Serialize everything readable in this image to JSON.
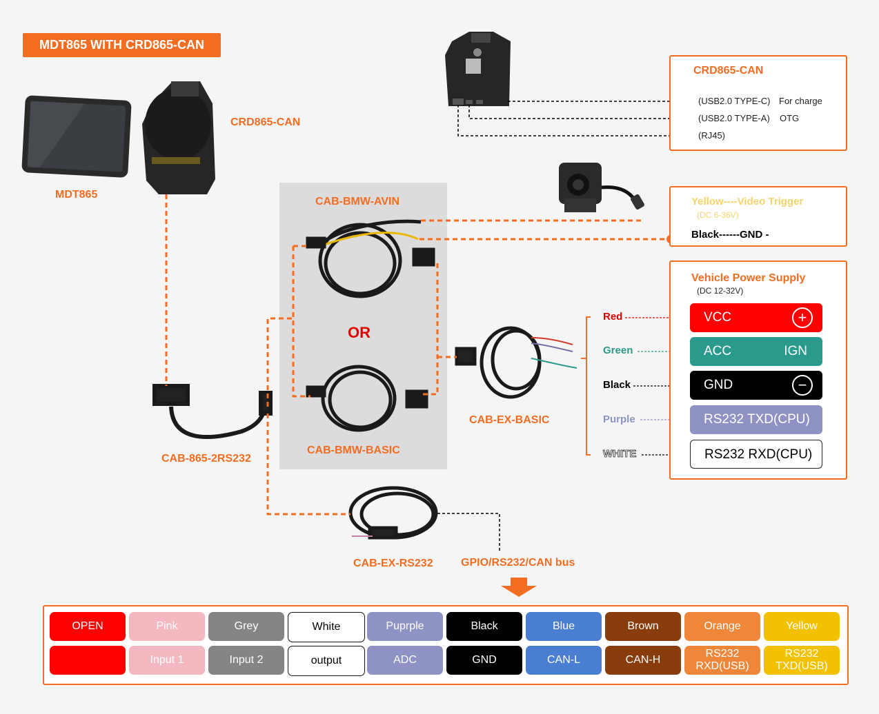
{
  "title": "MDT865 WITH CRD865-CAN",
  "labels": {
    "mdt865": "MDT865",
    "crd865_can": "CRD865-CAN",
    "cab_bmw_avin": "CAB-BMW-AVIN",
    "or": "OR",
    "cab_bmw_basic": "CAB-BMW-BASIC",
    "cab_865_2rs232": "CAB-865-2RS232",
    "cab_ex_basic": "CAB-EX-BASIC",
    "cab_ex_rs232": "CAB-EX-RS232",
    "gpio_bus": "GPIO/RS232/CAN bus"
  },
  "crd_box": {
    "title": "CRD865-CAN",
    "ports": [
      {
        "name": "(USB2.0 TYPE-C)",
        "note": "For charge"
      },
      {
        "name": "(USB2.0 TYPE-A)",
        "note": "OTG"
      },
      {
        "name": "(RJ45)",
        "note": ""
      }
    ]
  },
  "video_box": {
    "line1": "Yellow----Video Trigger",
    "line1_sub": "(DC 6-36V)",
    "line2": "Black------GND -"
  },
  "power_box": {
    "title": "Vehicle Power Supply",
    "subtitle": "(DC 12-32V)",
    "wires": [
      {
        "label": "Red",
        "pill": "VCC",
        "extra": "+",
        "color": "#ff0000",
        "text_color": "#e00000"
      },
      {
        "label": "Green",
        "pill": "ACC",
        "extra": "IGN",
        "color": "#2a9a8c",
        "text_color": "#2a9a8c"
      },
      {
        "label": "Black",
        "pill": "GND",
        "extra": "−",
        "color": "#000000",
        "text_color": "#000000"
      },
      {
        "label": "Purple",
        "pill": "RS232 TXD(CPU)",
        "extra": "",
        "color": "#8f93c4",
        "text_color": "#8f93c4"
      },
      {
        "label": "WHITE",
        "pill": "RS232 RXD(CPU)",
        "extra": "",
        "color": "#ffffff",
        "text_color": "#ffffff"
      }
    ]
  },
  "gpio_table": {
    "colors": [
      "OPEN",
      "Pink",
      "Grey",
      "White",
      "Puprple",
      "Black",
      "Blue",
      "Brown",
      "Orange",
      "Yellow"
    ],
    "functions": [
      "",
      "Input 1",
      "Input 2",
      "output",
      "ADC",
      "GND",
      "CAN-L",
      "CAN-H",
      "RS232 RXD(USB)",
      "RS232 TXD(USB)"
    ],
    "fills": [
      "#ff0000",
      "#f4b8c1",
      "#858585",
      "#ffffff",
      "#8f93c4",
      "#000000",
      "#4a7ed0",
      "#8a3d0c",
      "#ef873b",
      "#f2c200"
    ],
    "text_colors": [
      "#ffffff",
      "#ffffff",
      "#ffffff",
      "#000000",
      "#ffffff",
      "#ffffff",
      "#ffffff",
      "#ffffff",
      "#ffffff",
      "#ffffff"
    ]
  }
}
